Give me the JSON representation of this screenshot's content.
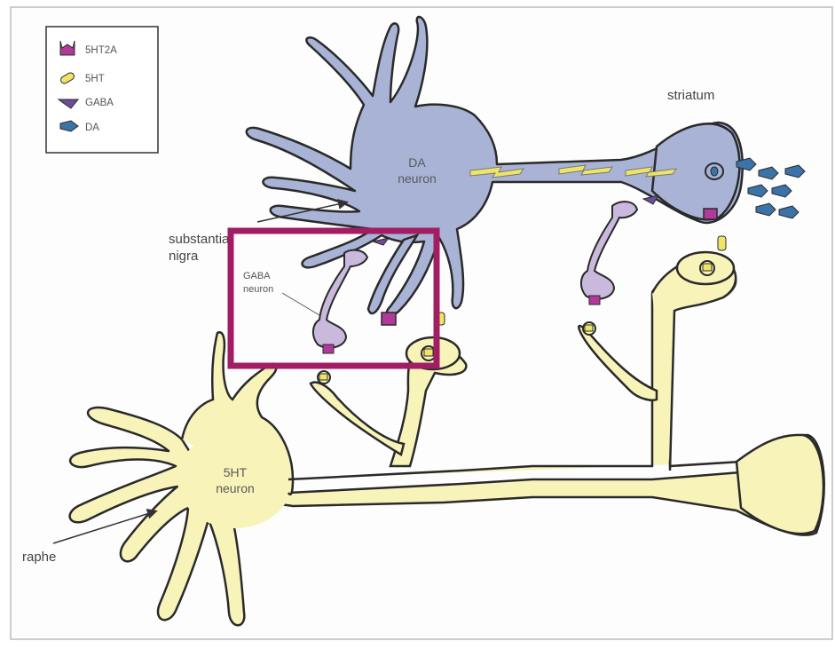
{
  "legend": {
    "items": [
      {
        "label": "5HT2A",
        "icon": "receptor-5ht2a-icon",
        "color": "#b0399a"
      },
      {
        "label": "5HT",
        "icon": "serotonin-capsule-icon",
        "color": "#eee566"
      },
      {
        "label": "GABA",
        "icon": "gaba-arrowhead-icon",
        "color": "#6a4e98"
      },
      {
        "label": "DA",
        "icon": "dopamine-pentagon-icon",
        "color": "#3b72a8"
      }
    ]
  },
  "labels": {
    "da_neuron": [
      "DA",
      "neuron"
    ],
    "striatum": "striatum",
    "substantia_nigra": [
      "substantia",
      "nigra"
    ],
    "gaba_neuron": [
      "GABA",
      "neuron"
    ],
    "ht_neuron": [
      "5HT",
      "neuron"
    ],
    "raphe": "raphe"
  },
  "colors": {
    "da_neuron_fill": "#a8b3d6",
    "ht_neuron_fill": "#f8f3b9",
    "gaba_neuron_fill": "#c9b9dc",
    "highlight_box": "#a21e63",
    "outline": "#2a2a2a"
  }
}
